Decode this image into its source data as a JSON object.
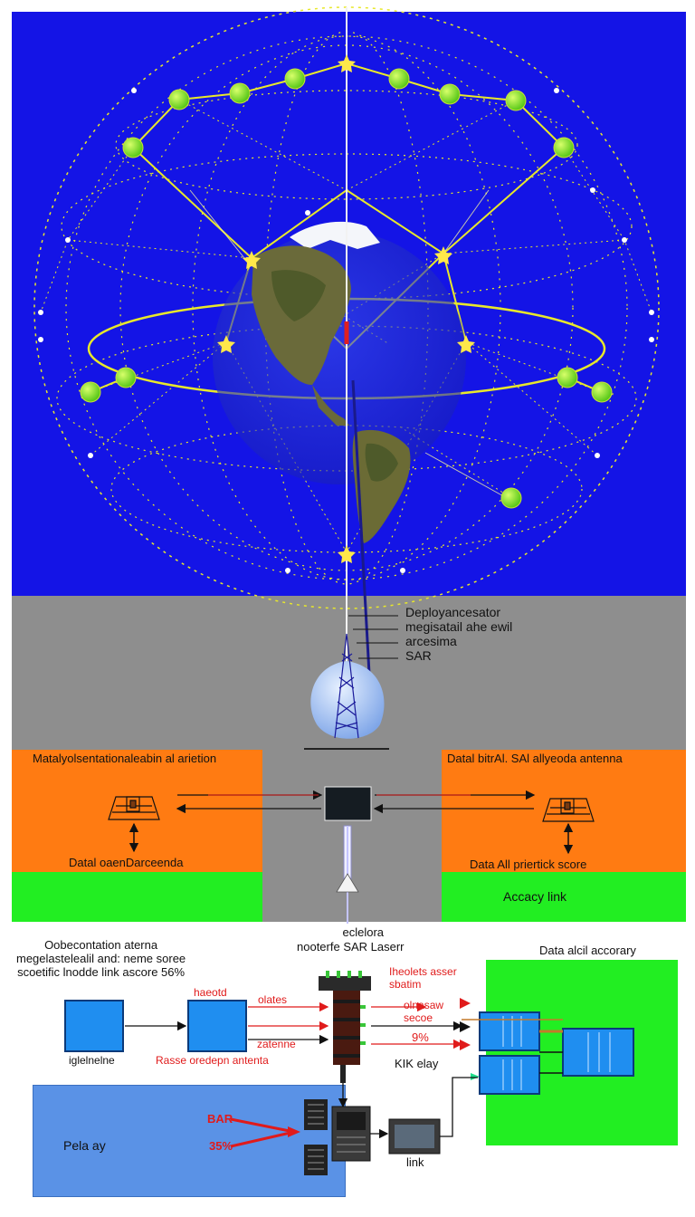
{
  "colors": {
    "top_background": "#1414e6",
    "grey_panel": "#8e8e8e",
    "orange": "#ff7b12",
    "green": "#22ee22",
    "blue_box": "#5a92e6",
    "orbit_yellow": "#e8e82a",
    "satellite_green": "#8ee81a",
    "red_label": "#e01b1b"
  },
  "top": {
    "mast_label_lines": [
      "Deployancesator",
      "megisatail ahe ewil",
      "arcesima",
      "SAR"
    ]
  },
  "left_station": {
    "title": "Matalyolsentationaleabin al arietion",
    "caption": "Datal oaenDarceenda"
  },
  "right_station": {
    "title": "Datal bitrAl. SAl allyeoda antenna",
    "caption": "Data All priertick score",
    "green_label": "Accacy link"
  },
  "center": {
    "under_rocket_lines": [
      "eclelora",
      "nooterfe SAR Laserr"
    ]
  },
  "bottom": {
    "left_note_lines": [
      "Oobecontation aterna",
      "megelastelealil and: neme soree",
      "scoetific lnodde link ascore 56%"
    ],
    "box1_label": "iglelnelne",
    "box2_top_label": "haeotd",
    "box2_bottom_label": "Rasse oredepn antenta",
    "red_mid_upper": "olates",
    "red_mid_lower": "zatenne",
    "rack_red_top_lines": [
      "Iheolets asser",
      "sbatim"
    ],
    "rack_red_mid_lines": [
      "olnasaw",
      "secoe"
    ],
    "rack_red_pct": "9%",
    "kik_label": "KIK elay",
    "green_box_title": "Data alcil accorary",
    "pela_label": "Pela ay",
    "bar_label": "BAR",
    "pct_label": "35%",
    "link_label": "link"
  }
}
